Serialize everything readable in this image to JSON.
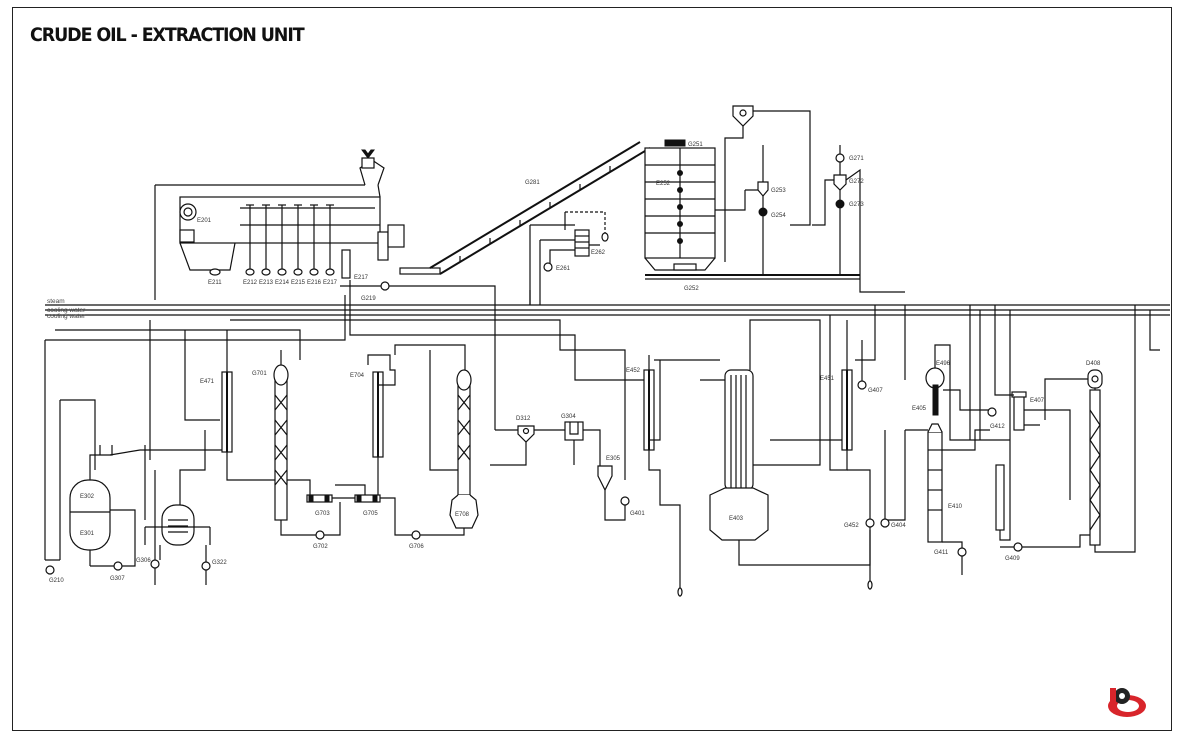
{
  "title": "CRUDE OIL - EXTRACTION UNIT",
  "utility_lines": [
    "steam",
    "cooling water",
    "cooling water"
  ],
  "labels": {
    "e201": "E201",
    "e211": "E211",
    "e212": "E212",
    "e213": "E213",
    "e214": "E214",
    "e215": "E215",
    "e216": "E216",
    "e217": "E217",
    "g219": "G219",
    "g281": "G281",
    "g251": "G251",
    "e252": "E252",
    "g252": "G252",
    "e262": "E262",
    "e261": "E261",
    "g253": "G253",
    "g254": "G254",
    "g271": "G271",
    "g272": "G272",
    "g273": "G273",
    "e471": "E471",
    "g701": "G701",
    "e704": "E704",
    "g703": "G703",
    "g705": "G705",
    "g702": "G702",
    "g706": "G706",
    "e708": "E708",
    "e302": "E302",
    "e301": "E301",
    "g210": "G210",
    "g307": "G307",
    "g306": "G306",
    "g322": "G322",
    "d312": "D312",
    "g304": "G304",
    "e305": "E305",
    "g401": "G401",
    "e452": "E452",
    "e403": "E403",
    "e451": "E451",
    "g407": "G407",
    "e496": "E496",
    "e405": "E405",
    "g412": "G412",
    "e407": "E407",
    "d408": "D408",
    "e410": "E410",
    "g452": "G452",
    "g404": "G404",
    "g411": "G411",
    "g409": "G409"
  },
  "colors": {
    "line": "#111111",
    "logo_red": "#d8252b",
    "logo_dark": "#222222"
  }
}
